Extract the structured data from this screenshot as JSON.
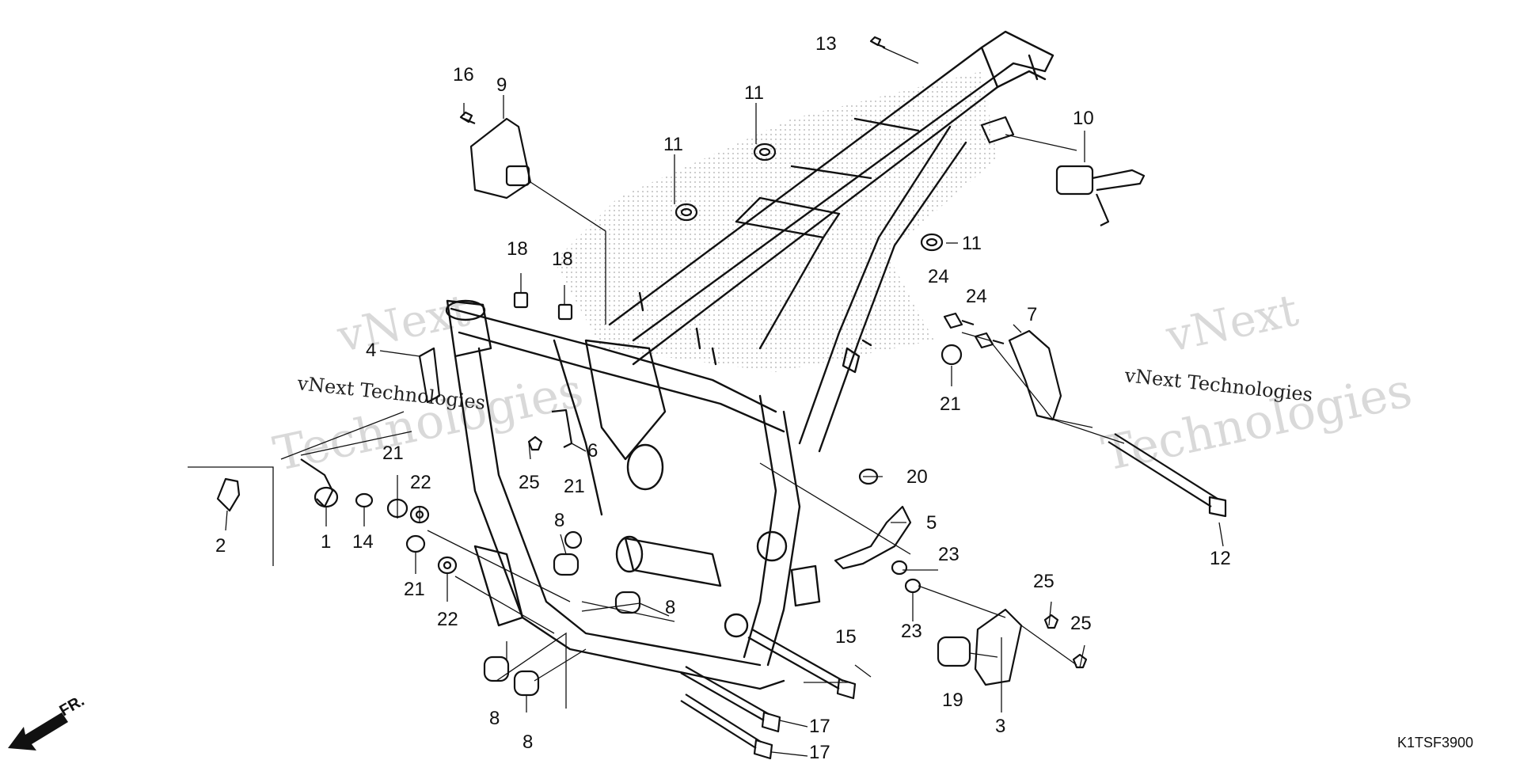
{
  "diagram": {
    "callouts": [
      "1",
      "2",
      "3",
      "4",
      "5",
      "6",
      "7",
      "8",
      "9",
      "10",
      "11",
      "12",
      "13",
      "14",
      "15",
      "16",
      "17",
      "18",
      "19",
      "20",
      "21",
      "22",
      "23",
      "24",
      "25"
    ],
    "direction_label": "FR.",
    "diagram_code": "K1TSF3900",
    "watermark": {
      "line1": "vNext",
      "line2": "vNext Technologies",
      "line3": "Technologies"
    }
  }
}
